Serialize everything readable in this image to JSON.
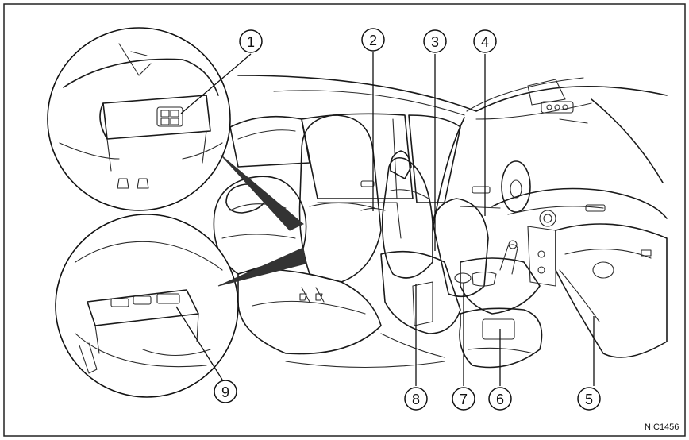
{
  "figure": {
    "code": "NIC1456",
    "callouts": [
      {
        "id": "1",
        "label": "1"
      },
      {
        "id": "2",
        "label": "2"
      },
      {
        "id": "3",
        "label": "3"
      },
      {
        "id": "4",
        "label": "4"
      },
      {
        "id": "5",
        "label": "5"
      },
      {
        "id": "6",
        "label": "6"
      },
      {
        "id": "7",
        "label": "7"
      },
      {
        "id": "8",
        "label": "8"
      },
      {
        "id": "9",
        "label": "9"
      }
    ]
  }
}
